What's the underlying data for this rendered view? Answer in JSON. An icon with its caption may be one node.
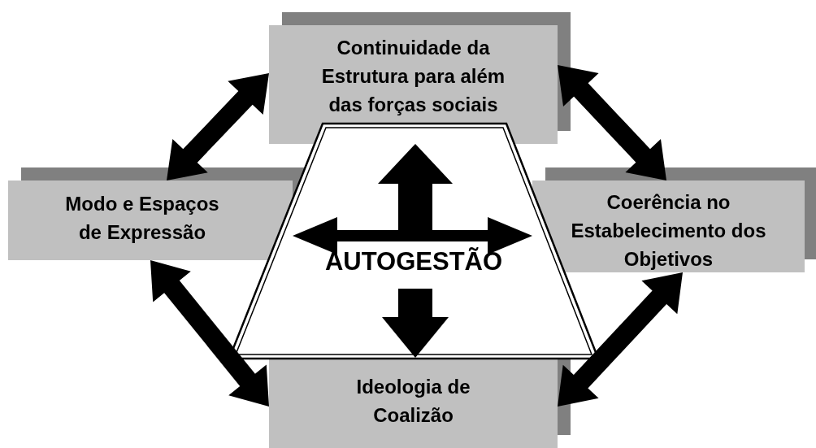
{
  "diagram": {
    "nodes": [
      {
        "text": [
          "Continuidade da Estrutura para além das forças sociais"
        ]
      },
      {
        "text": [
          "Modo e Espaços de Expressão"
        ]
      },
      {
        "text": [
          "AUTOGESTÃO"
        ]
      },
      {
        "text": [
          "Coerência no Estabelecimento dos Objetivos"
        ]
      },
      {
        "text": [
          "Ideologia de Coalizão"
        ]
      }
    ],
    "edges": [
      {
        "from": 1,
        "to": 0,
        "arrow": "both",
        "style": "thick"
      },
      {
        "from": 0,
        "to": 3,
        "arrow": "both",
        "style": "thick"
      },
      {
        "from": 1,
        "to": 4,
        "arrow": "both",
        "style": "thick"
      },
      {
        "from": 4,
        "to": 3,
        "arrow": "both",
        "style": "thick"
      },
      {
        "from": 1,
        "to": 3,
        "arrow": "both"
      },
      {
        "from": null,
        "to": 0,
        "arrow": "to"
      },
      {
        "from": null,
        "to": 4,
        "arrow": "to"
      }
    ]
  }
}
